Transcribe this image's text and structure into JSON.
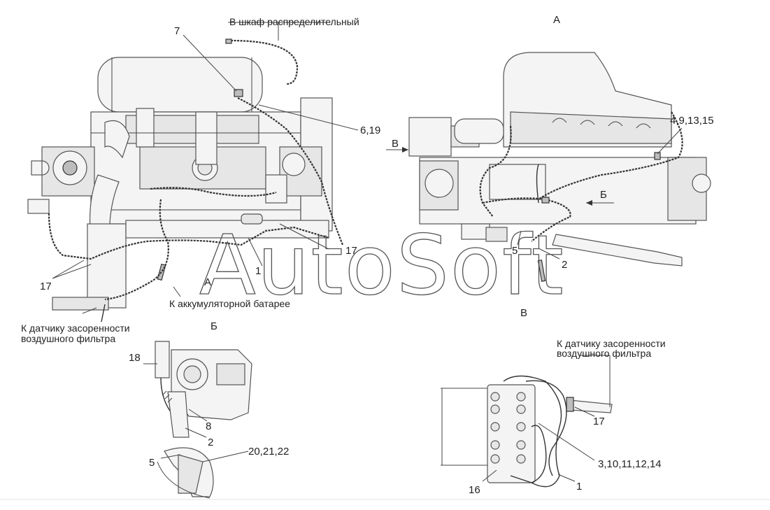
{
  "labels": {
    "to_cabinet": "В шкаф распределительный",
    "to_battery": "К аккумуляторной батарее",
    "sensor_left_l1": "К датчику засоренности",
    "sensor_left_l2": "воздушного фильтра",
    "sensor_right_l1": "К датчику засоренности",
    "sensor_right_l2": "воздушного фильтра"
  },
  "view_names": {
    "a_top": "А",
    "a_arrow": "А",
    "b_title": "Б",
    "b_arrow": "Б",
    "v_title": "В",
    "v_arrow": "В"
  },
  "callouts": {
    "c7": "7",
    "c6_19": "6,19",
    "c17_right": "17",
    "c17_left": "17",
    "c1_main": "1",
    "c4_9_13_15": "4,9,13,15",
    "c5_main": "5",
    "c2_main": "2",
    "c18": "18",
    "c8": "8",
    "c2_b": "2",
    "c5_b": "5",
    "c20_21_22": "20,21,22",
    "c17_v": "17",
    "c3_10_11_12_14": "3,10,11,12,14",
    "c16": "16",
    "c1_v": "1"
  },
  "watermark": "AutoSoft"
}
